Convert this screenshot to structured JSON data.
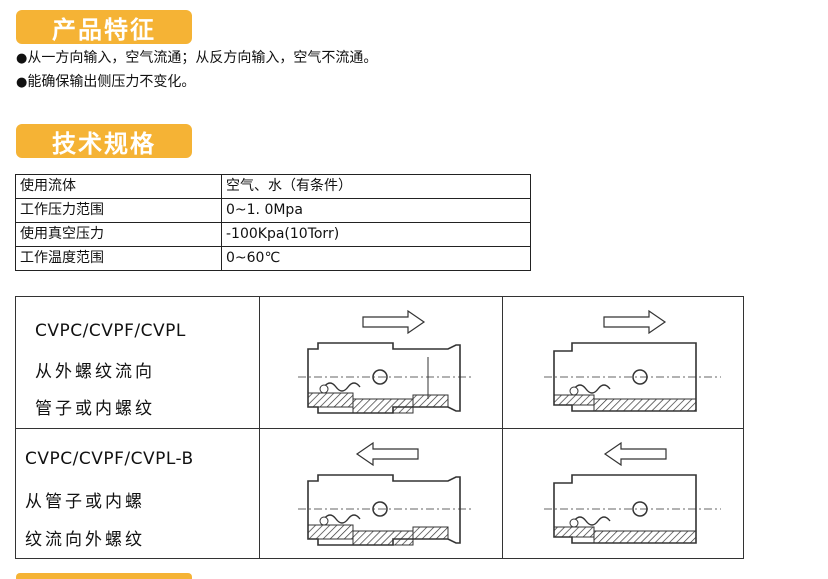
{
  "sections": {
    "features_title": "产品特征",
    "specs_title": "技术规格"
  },
  "features": [
    {
      "bullet": "●",
      "text": "从一方向输入，空气流通；从反方向输入，空气不流通。"
    },
    {
      "bullet": "●",
      "text": "能确保输出侧压力不变化。"
    }
  ],
  "spec_table": [
    {
      "label": "使用流体",
      "value": "空气、水（有条件）"
    },
    {
      "label": "工作压力范围",
      "value": "0~1. 0Mpa"
    },
    {
      "label": "使用真空压力",
      "value": "-100Kpa(10Torr)"
    },
    {
      "label": "工作温度范围",
      "value": "0~60℃"
    }
  ],
  "models": [
    {
      "model": "CVPC/CVPF/CVPL",
      "line1": "从外螺纹流向",
      "line2": "管子或内螺纹",
      "arrow": "right"
    },
    {
      "model": "CVPC/CVPF/CVPL-B",
      "line1": "从管子或内螺",
      "line2": "纹流向外螺纹",
      "arrow": "left"
    }
  ],
  "colors": {
    "accent": "#f5b335",
    "hatch": "#333333"
  }
}
